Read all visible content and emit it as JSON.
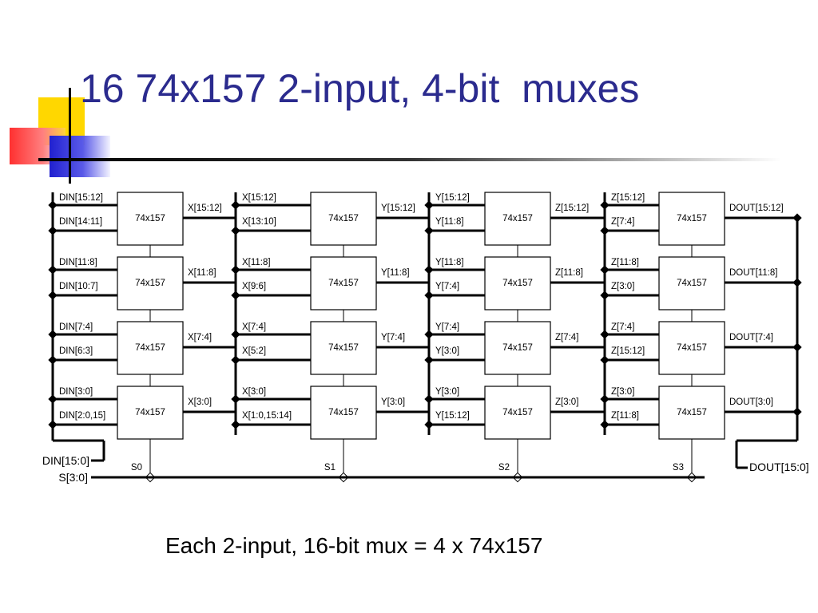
{
  "slide": {
    "title": "16 74x157 2-input, 4-bit  muxes",
    "caption": "Each 2-input, 16-bit mux = 4 x 74x157"
  },
  "colors": {
    "title": "#2b2b8e",
    "deco_yellow": "#ffd700",
    "deco_red": "#ff4040",
    "deco_blue": "#3030e0",
    "wire": "#000000"
  },
  "diagram": {
    "chip_label": "74x157",
    "stages": [
      {
        "inputs": [
          [
            "DIN[15:12]",
            "DIN[14:11]"
          ],
          [
            "DIN[11:8]",
            "DIN[10:7]"
          ],
          [
            "DIN[7:4]",
            "DIN[6:3]"
          ],
          [
            "DIN[3:0]",
            "DIN[2:0,15]"
          ]
        ],
        "outputs": [
          "X[15:12]",
          "X[11:8]",
          "X[7:4]",
          "X[3:0]"
        ],
        "select": "S0"
      },
      {
        "inputs": [
          [
            "X[15:12]",
            "X[13:10]"
          ],
          [
            "X[11:8]",
            "X[9:6]"
          ],
          [
            "X[7:4]",
            "X[5:2]"
          ],
          [
            "X[3:0]",
            "X[1:0,15:14]"
          ]
        ],
        "outputs": [
          "Y[15:12]",
          "Y[11:8]",
          "Y[7:4]",
          "Y[3:0]"
        ],
        "select": "S1"
      },
      {
        "inputs": [
          [
            "Y[15:12]",
            "Y[11:8]"
          ],
          [
            "Y[11:8]",
            "Y[7:4]"
          ],
          [
            "Y[7:4]",
            "Y[3:0]"
          ],
          [
            "Y[3:0]",
            "Y[15:12]"
          ]
        ],
        "outputs": [
          "Z[15:12]",
          "Z[11:8]",
          "Z[7:4]",
          "Z[3:0]"
        ],
        "select": "S2"
      },
      {
        "inputs": [
          [
            "Z[15:12]",
            "Z[7:4]"
          ],
          [
            "Z[11:8]",
            "Z[3:0]"
          ],
          [
            "Z[7:4]",
            "Z[15:12]"
          ],
          [
            "Z[3:0]",
            "Z[11:8]"
          ]
        ],
        "outputs": [
          "DOUT[15:12]",
          "DOUT[11:8]",
          "DOUT[7:4]",
          "DOUT[3:0]"
        ],
        "select": "S3"
      }
    ],
    "din_bus": "DIN[15:0]",
    "sel_bus": "S[3:0]",
    "dout_bus": "DOUT[15:0]"
  }
}
